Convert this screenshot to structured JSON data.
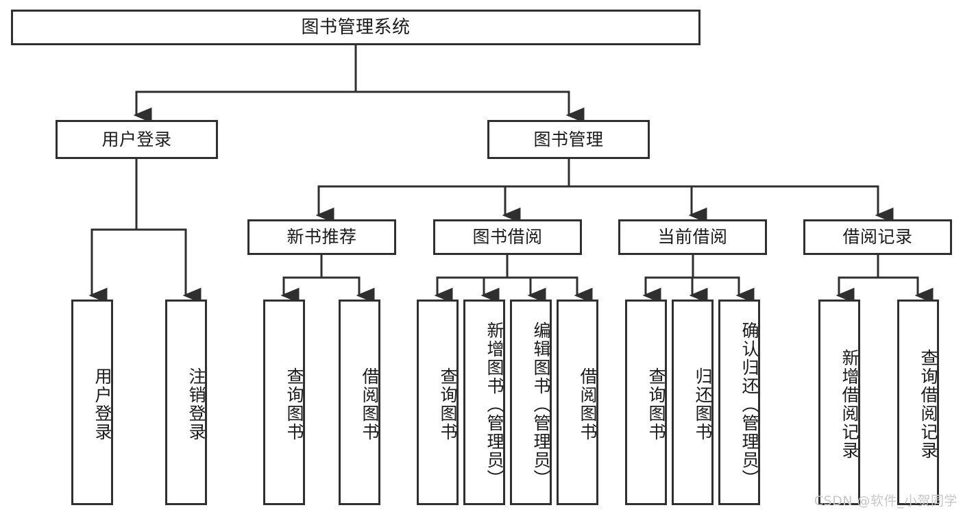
{
  "diagram": {
    "title": "图书管理系统",
    "root": {
      "label": "图书管理系统"
    },
    "level2": [
      {
        "label": "用户登录"
      },
      {
        "label": "图书管理"
      }
    ],
    "level3": [
      {
        "label": "新书推荐"
      },
      {
        "label": "图书借阅"
      },
      {
        "label": "当前借阅"
      },
      {
        "label": "借阅记录"
      }
    ],
    "leaves": {
      "user_login": [
        {
          "label": "用户登录"
        },
        {
          "label": "注销登录"
        }
      ],
      "new_book_recommend": [
        {
          "label": "查询图书"
        },
        {
          "label": "借阅图书"
        }
      ],
      "book_borrow": [
        {
          "label": "查询图书"
        },
        {
          "label": "新增图书（管理员）"
        },
        {
          "label": "编辑图书（管理员）"
        },
        {
          "label": "借阅图书"
        }
      ],
      "current_borrow": [
        {
          "label": "查询图书"
        },
        {
          "label": "归还图书"
        },
        {
          "label": "确认归还（管理员）"
        }
      ],
      "borrow_record": [
        {
          "label": "新增借阅记录"
        },
        {
          "label": "查询借阅记录"
        }
      ]
    }
  },
  "watermark": {
    "text": "CSDN @软件_小贺同学"
  },
  "colors": {
    "stroke": "#2f2f2f",
    "fill": "#ffffff",
    "text": "#1a1a1a",
    "watermark": "#c7c7c7"
  }
}
